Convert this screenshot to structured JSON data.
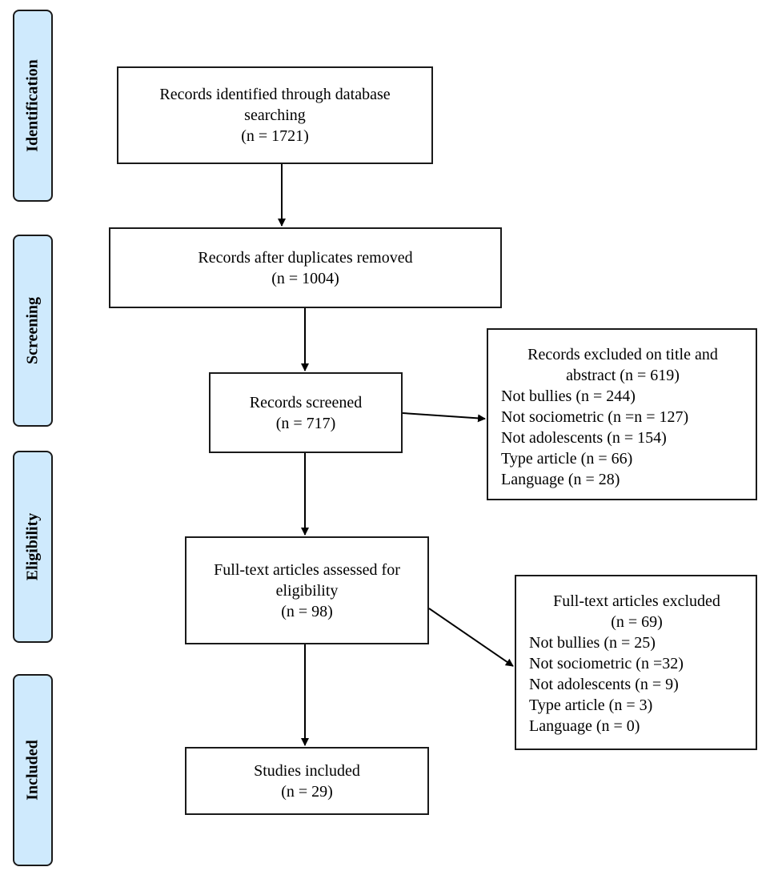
{
  "phases": {
    "identification": "Identification",
    "screening": "Screening",
    "eligibility": "Eligibility",
    "included": "Included"
  },
  "boxes": {
    "identified": {
      "line1": "Records identified through database",
      "line2": "searching",
      "count": "(n = 1721)"
    },
    "dedup": {
      "line1": "Records after duplicates removed",
      "count": "(n = 1004)"
    },
    "screened": {
      "line1": "Records screened",
      "count": "(n = 717)"
    },
    "fulltext": {
      "line1": "Full-text articles assessed for",
      "line2": "eligibility",
      "count": "(n = 98)"
    },
    "included": {
      "line1": "Studies included",
      "count": "(n = 29)"
    }
  },
  "excluded_screening": {
    "title1": "Records excluded on title and",
    "title2": "abstract (n = 619)",
    "items": [
      "Not bullies (n = 244)",
      "Not sociometric (n =n = 127)",
      "Not adolescents (n = 154)",
      "Type article (n = 66)",
      "Language (n = 28)"
    ]
  },
  "excluded_fulltext": {
    "title1": "Full-text articles excluded",
    "title2": "(n = 69)",
    "items": [
      "Not bullies (n = 25)",
      "Not sociometric (n =32)",
      "Not adolescents (n = 9)",
      "Type article (n = 3)",
      "Language (n = 0)"
    ]
  }
}
